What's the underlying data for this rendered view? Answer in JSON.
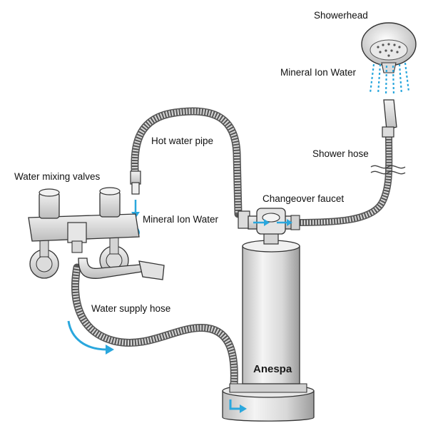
{
  "labels": {
    "showerhead": "Showerhead",
    "mineral_ion_water_top": "Mineral Ion Water",
    "hot_water_pipe": "Hot water pipe",
    "shower_hose": "Shower hose",
    "changeover_faucet": "Changeover faucet",
    "water_mixing_valves": "Water mixing valves",
    "mineral_ion_water_left": "Mineral Ion Water",
    "water_supply_hose": "Water supply hose",
    "product_name": "Anespa"
  },
  "colors": {
    "water_flow": "#2aa7dd",
    "metal_light": "#ececec",
    "metal_mid": "#c9c9c9",
    "metal_dark": "#8a8a8a",
    "outline": "#333333",
    "hose": "#7a7a7a"
  },
  "icons": [
    "showerhead-icon",
    "water-mixing-valves-icon",
    "changeover-faucet-icon",
    "filter-unit-icon",
    "water-drop-icon",
    "flow-arrow-icon"
  ]
}
